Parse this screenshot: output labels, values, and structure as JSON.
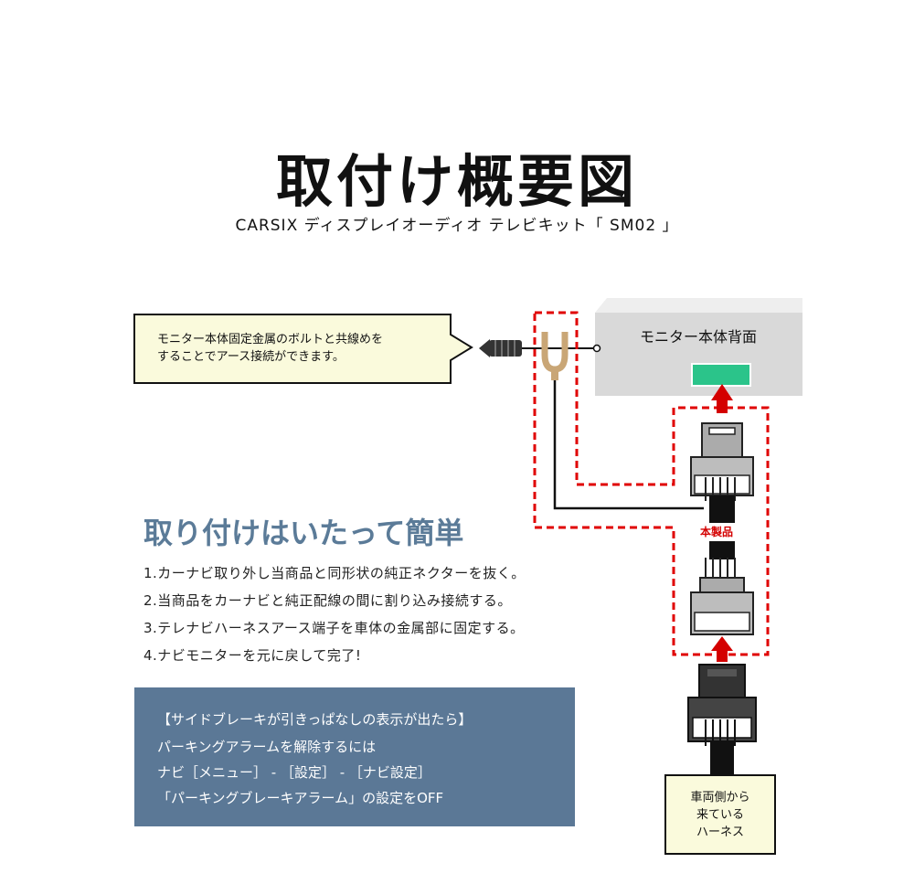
{
  "header": {
    "title": "取付け概要図",
    "subtitle": "CARSIX ディスプレイオーディオ テレビキット「 SM02 」"
  },
  "diagram": {
    "callout_lines": [
      "モニター本体固定金属のボルトと共線めを",
      "することでアース接続ができます。"
    ],
    "monitor_label": "モニター本体背面",
    "product_label": "本製品",
    "harness_label_lines": [
      "車両側から",
      "来ている",
      "ハーネス"
    ],
    "colors": {
      "dashed_red": "#e00000",
      "arrow_red": "#d40000",
      "monitor_gray": "#d9d9d9",
      "green_port": "#2bc48a",
      "callout_bg": "#fafadc",
      "terminal_gold": "#c9a676"
    }
  },
  "instructions": {
    "heading": "取り付けはいたって簡単",
    "steps": [
      "1.カーナビ取り外し当商品と同形状の純正ネクターを抜く。",
      "2.当商品をカーナビと純正配線の間に割り込み接続する。",
      "3.テレナビハーネスアース端子を車体の金属部に固定する。",
      "4.ナビモニターを元に戻して完了!"
    ]
  },
  "note": {
    "lines": [
      "【サイドブレーキが引きっぱなしの表示が出たら】",
      "パーキングアラームを解除するには",
      "ナビ［メニュー］ - ［設定］ - ［ナビ設定］",
      "「パーキングブレーキアラーム」の設定をOFF"
    ],
    "background": "#5b7896"
  }
}
